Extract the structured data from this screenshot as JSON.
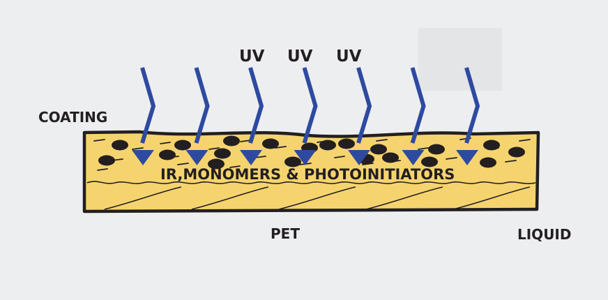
{
  "labels": {
    "uv": [
      "UV",
      "UV",
      "UV"
    ],
    "coating": "COATING",
    "mixture": "IR,MONOMERS & PHOTOINITIATORS",
    "pet": "PET",
    "liquid": "LIQUID"
  },
  "colors": {
    "background": "#edeef0",
    "coating_fill": "#f5d46f",
    "outline": "#231f20",
    "uv_arrow": "#2e4aa0",
    "text": "#231f20"
  },
  "uv_arrow_count": 7
}
